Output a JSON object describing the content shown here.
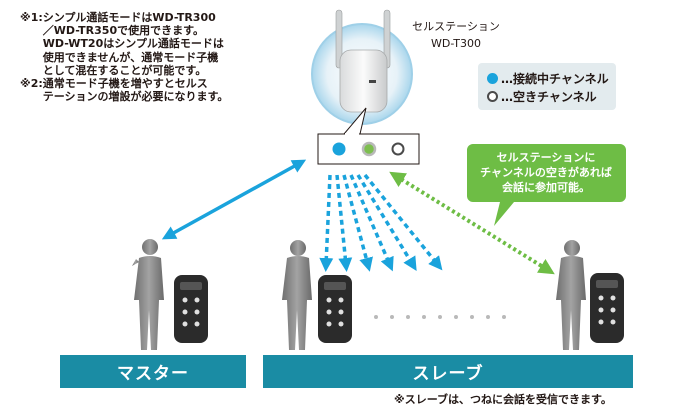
{
  "notes": [
    {
      "mark": "※1:",
      "text": "シンプル通話モードはWD-TR300\n／WD-TR350で使用できます。\nWD-WT20はシンプル通話モードは\n使用できませんが、通常モード子機\nとして混在することが可能です。"
    },
    {
      "mark": "※2:",
      "text": "通常モード子機を増やすとセルス\nテーションの増設が必要になります。"
    }
  ],
  "station": {
    "name": "セルステーション",
    "model": "WD-T300"
  },
  "legend": {
    "in_use": {
      "label": "…接続中チャンネル",
      "color": "#1aa3dc"
    },
    "free": {
      "label": "…空きチャンネル",
      "color": "#ffffff"
    }
  },
  "callout": {
    "text": "セルステーションに\nチャンネルの空きがあれば\n会話に参加可能。",
    "color": "#6ebd45"
  },
  "roles": {
    "master": "マスター",
    "slave": "スレーブ"
  },
  "footnote": "※スレーブは、つねに会話を受信できます。",
  "colors": {
    "blue_arrow": "#1aa3dc",
    "green_arrow": "#6ebd45",
    "bar": "#1a8ca4",
    "person": "#8a8a8a"
  }
}
